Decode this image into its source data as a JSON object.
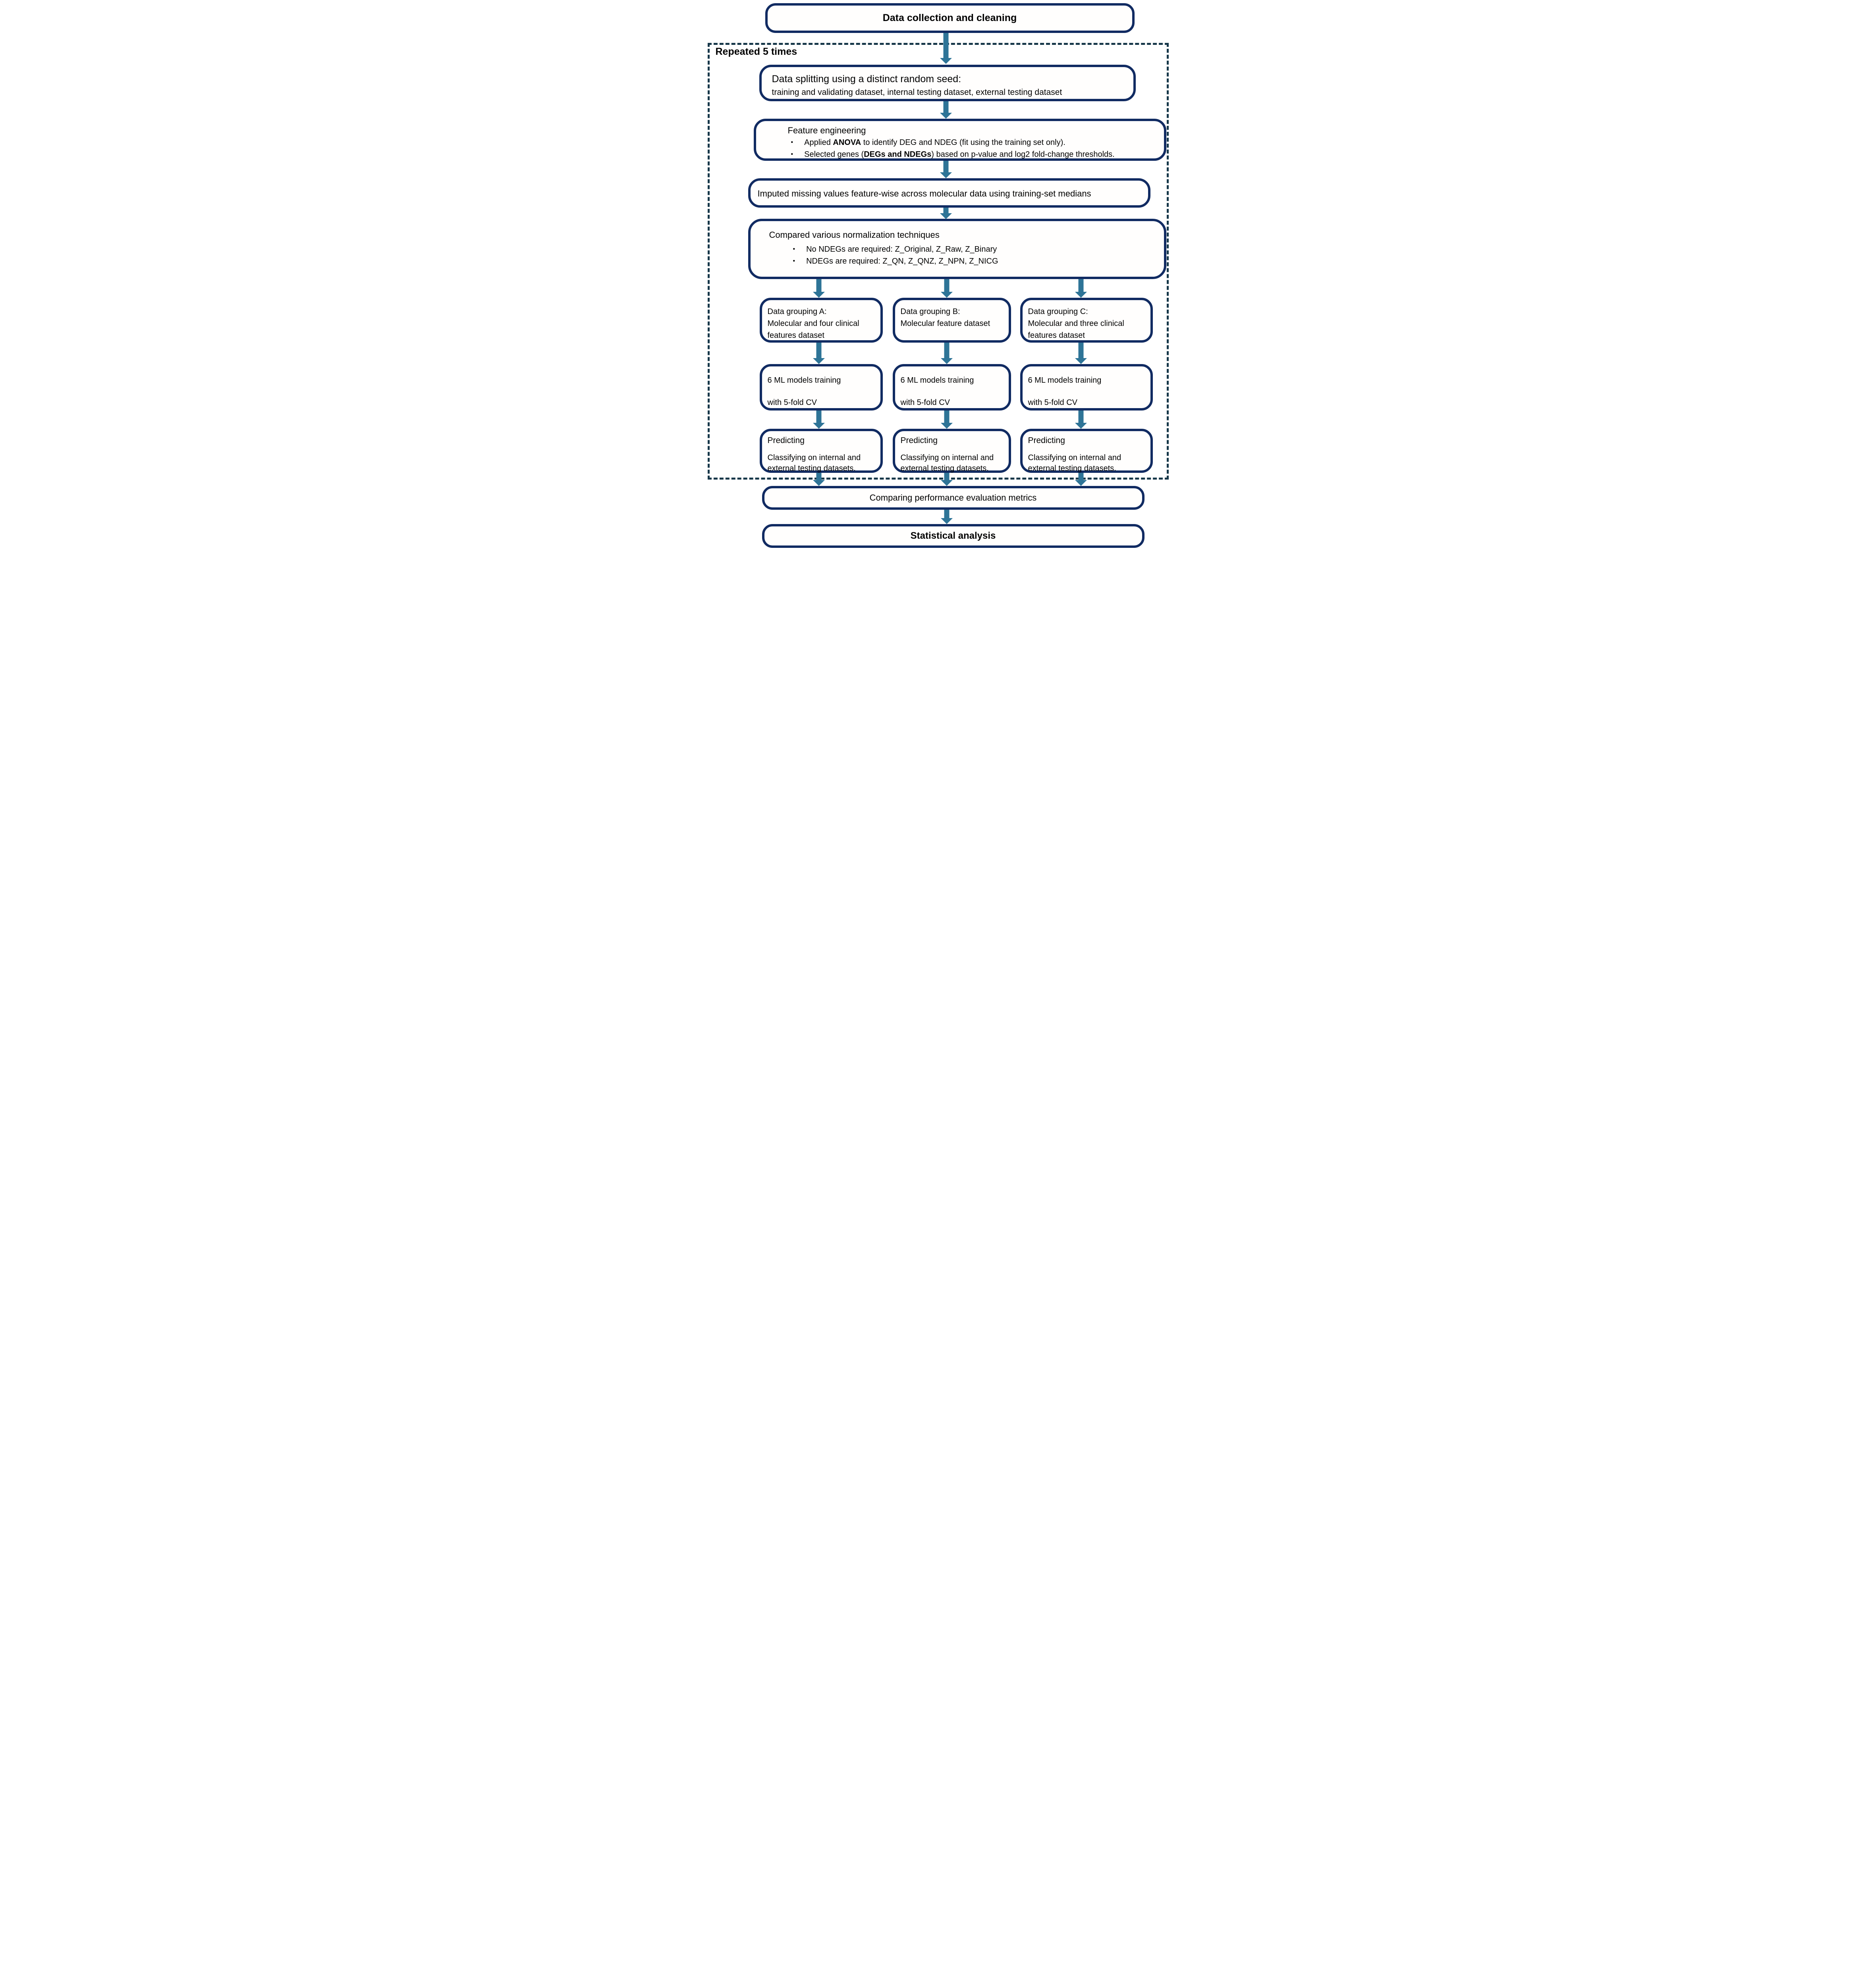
{
  "colors": {
    "box_border": "#112b62",
    "arrow": "#2e7497",
    "dashed_border": "#17384a",
    "text": "#000000"
  },
  "flow": {
    "top_box": "Data collection and cleaning",
    "repeat_label": "Repeated 5 times",
    "data_splitting": {
      "line1": "Data splitting using a distinct random seed:",
      "line2": "training and validating dataset, internal testing dataset, external testing dataset"
    },
    "feature_engineering": {
      "title": "Feature engineering",
      "bullets": [
        {
          "pre": "Applied ",
          "bold": "ANOVA",
          "post": " to identify DEG and NDEG (fit using the training set only)."
        },
        {
          "pre": "Selected genes (",
          "bold": "DEGs and NDEGs",
          "post": ") based on p-value and log2 fold-change thresholds."
        }
      ]
    },
    "imputation": "Imputed missing values feature-wise across molecular data using training-set medians",
    "normalization": {
      "title": "Compared various normalization techniques",
      "bullets": [
        "No NDEGs are required: Z_Original, Z_Raw, Z_Binary",
        "NDEGs are required: Z_QN, Z_QNZ, Z_NPN, Z_NICG"
      ]
    },
    "branches": [
      {
        "id": "A",
        "grouping_lines": [
          "Data grouping A:",
          "Molecular and four clinical",
          "features dataset"
        ],
        "training_lines": [
          "6 ML models training",
          "with 5-fold CV"
        ],
        "predicting_title": "Predicting",
        "predicting_lines": [
          "Classifying on internal and",
          "external testing datasets."
        ]
      },
      {
        "id": "B",
        "grouping_lines": [
          "Data grouping B:",
          "Molecular feature dataset"
        ],
        "training_lines": [
          "6 ML models training",
          "with 5-fold CV"
        ],
        "predicting_title": "Predicting",
        "predicting_lines": [
          "Classifying on internal and",
          "external testing datasets."
        ]
      },
      {
        "id": "C",
        "grouping_lines": [
          "Data grouping C:",
          "Molecular and three clinical",
          "features dataset"
        ],
        "training_lines": [
          "6 ML models training",
          "with 5-fold CV"
        ],
        "predicting_title": "Predicting",
        "predicting_lines": [
          "Classifying on internal and",
          "external testing datasets."
        ]
      }
    ],
    "comparing": "Comparing performance evaluation metrics",
    "statistical": "Statistical analysis"
  }
}
